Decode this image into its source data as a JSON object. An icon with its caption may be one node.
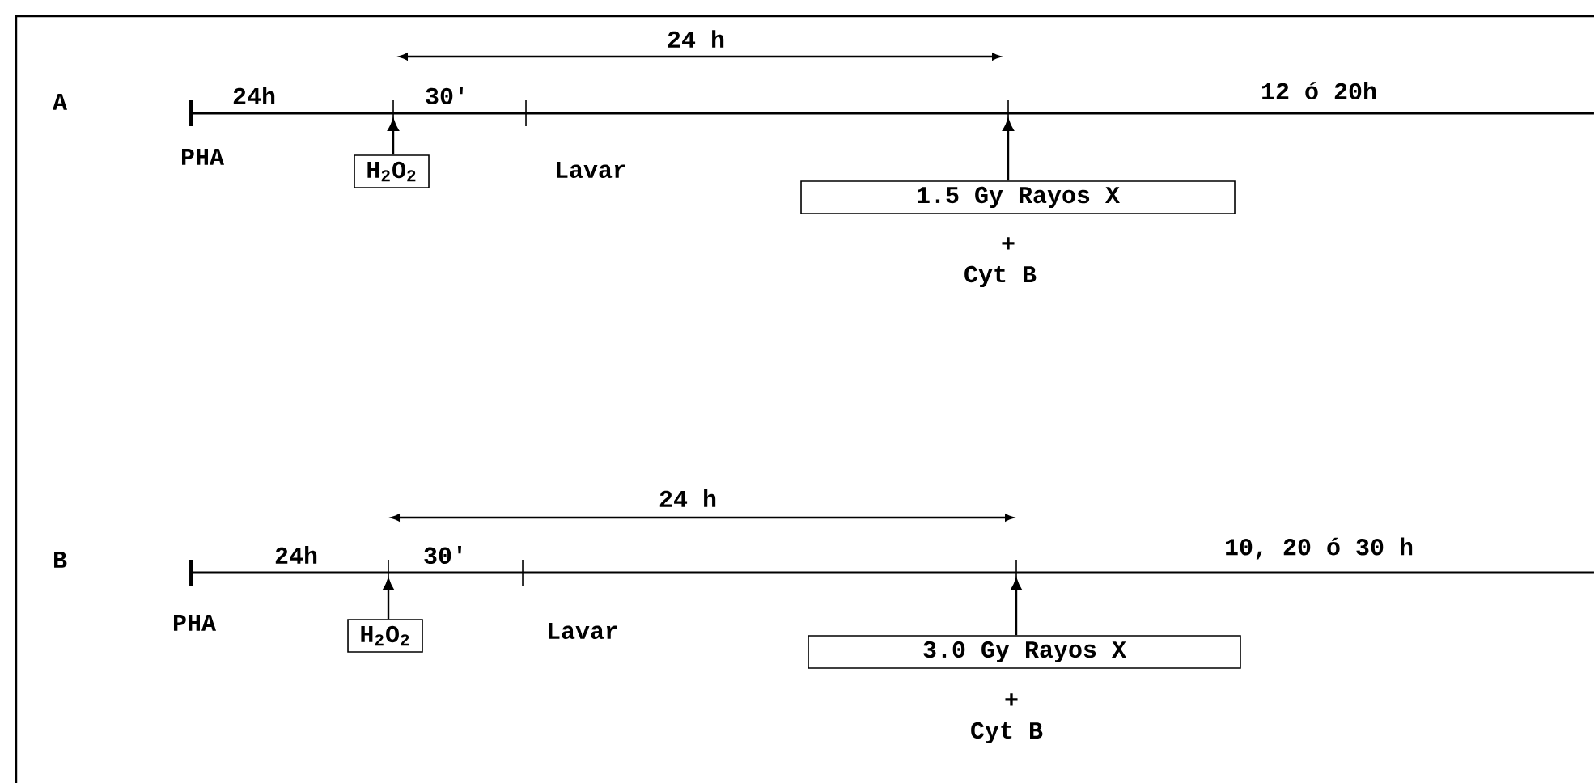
{
  "diagram": {
    "nodes": [
      {
        "text": [
          "H$_{2}$O$_{2}$"
        ]
      },
      {
        "text": [
          "1.5 Gy Rayos X"
        ],
        "beside": [
          "+",
          "Cyt B"
        ]
      },
      {
        "text": [
          "H$_{2}$O$_{2}$"
        ]
      },
      {
        "text": [
          "3.0 Gy Rayos X"
        ],
        "beside": [
          "+",
          "Cyt B"
        ]
      }
    ],
    "edges": [
      {
        "from": 0,
        "to": null,
        "arrow": "to"
      },
      {
        "from": 1,
        "to": null,
        "arrow": "to"
      },
      {
        "from": 2,
        "to": null,
        "arrow": "to"
      },
      {
        "from": 3,
        "to": null,
        "arrow": "to"
      }
    ],
    "labels": [
      "24 h",
      "A",
      "24h",
      "30'",
      "12 ó 20h",
      "PHA",
      "Lavar",
      "24 h",
      "B",
      "24h",
      "30'",
      "10, 20 ó 30 h",
      "PHA",
      "Lavar"
    ]
  }
}
